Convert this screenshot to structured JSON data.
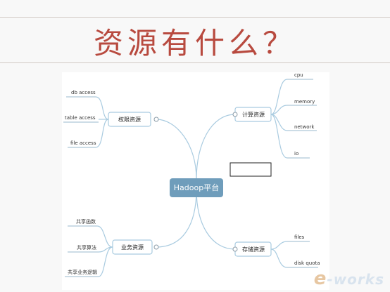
{
  "slide": {
    "title": "资源有什么？",
    "accent": "#b84a3f"
  },
  "diagram": {
    "center": "Hadoop平台",
    "branches": [
      {
        "name": "权限资源",
        "leaves": [
          "db access",
          "table access",
          "file access"
        ]
      },
      {
        "name": "计算资源",
        "leaves": [
          "cpu",
          "memory",
          "network",
          "io"
        ]
      },
      {
        "name": "业务资源",
        "leaves": [
          "共享函数",
          "共享算法",
          "共享业务逻辑"
        ]
      },
      {
        "name": "存储资源",
        "leaves": [
          "files",
          "disk quota"
        ]
      }
    ]
  },
  "watermark": {
    "brand_mark": "e-works"
  }
}
